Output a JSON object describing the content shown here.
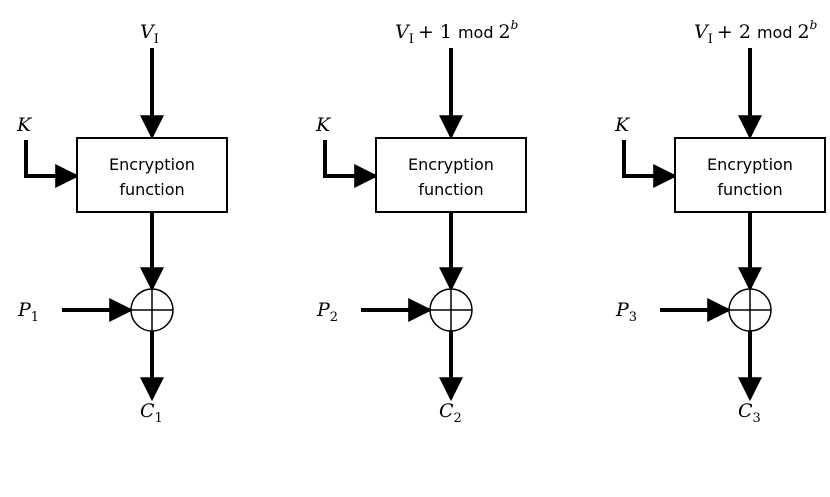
{
  "stages": [
    {
      "counter": {
        "base": "V",
        "base_sub": "I",
        "expr": ""
      },
      "key": "K",
      "box": {
        "line1": "Encryption",
        "line2": "function"
      },
      "plaintext": {
        "base": "P",
        "sub": "1"
      },
      "ciphertext": {
        "base": "C",
        "sub": "1"
      }
    },
    {
      "counter": {
        "base": "V",
        "base_sub": "I",
        "plus": "+ 1",
        "mod": "mod",
        "mod_base": "2",
        "mod_exp": "b"
      },
      "key": "K",
      "box": {
        "line1": "Encryption",
        "line2": "function"
      },
      "plaintext": {
        "base": "P",
        "sub": "2"
      },
      "ciphertext": {
        "base": "C",
        "sub": "2"
      }
    },
    {
      "counter": {
        "base": "V",
        "base_sub": "I",
        "plus": "+ 2",
        "mod": "mod",
        "mod_base": "2",
        "mod_exp": "b"
      },
      "key": "K",
      "box": {
        "line1": "Encryption",
        "line2": "function"
      },
      "plaintext": {
        "base": "P",
        "sub": "3"
      },
      "ciphertext": {
        "base": "C",
        "sub": "3"
      }
    }
  ]
}
